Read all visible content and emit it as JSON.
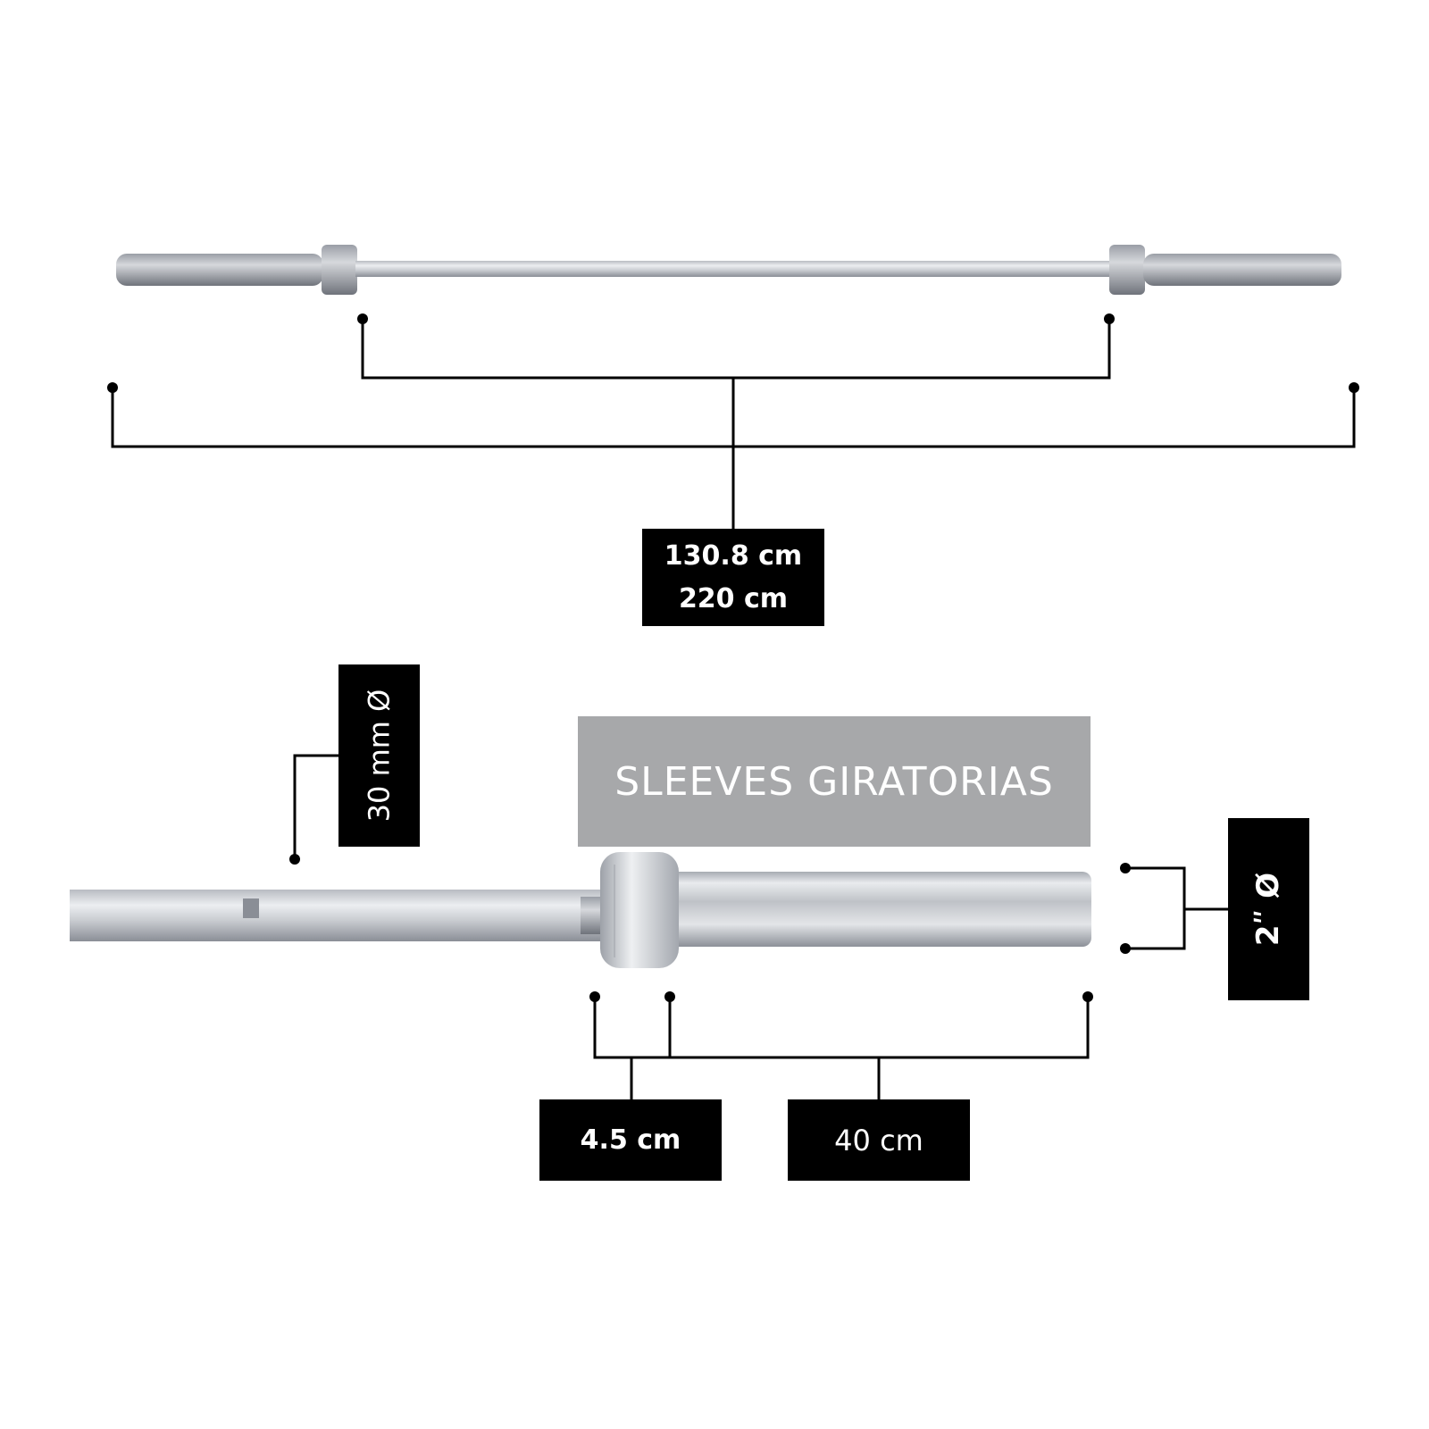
{
  "dimensions": {
    "grip_length": "130.8 cm",
    "total_length": "220 cm",
    "shaft_diameter": "30 mm Ø",
    "sleeve_diameter": "2ʺ Ø",
    "collar_width": "4.5 cm",
    "sleeve_length": "40 cm"
  },
  "banner": {
    "text": "SLEEVES GIRATORIAS",
    "background": "#a7a8aa"
  },
  "colors": {
    "label_bg": "#000000",
    "label_text": "#ffffff",
    "line": "#000000",
    "steel_light": "#e4e6ea",
    "steel_dark": "#8a8e96"
  }
}
